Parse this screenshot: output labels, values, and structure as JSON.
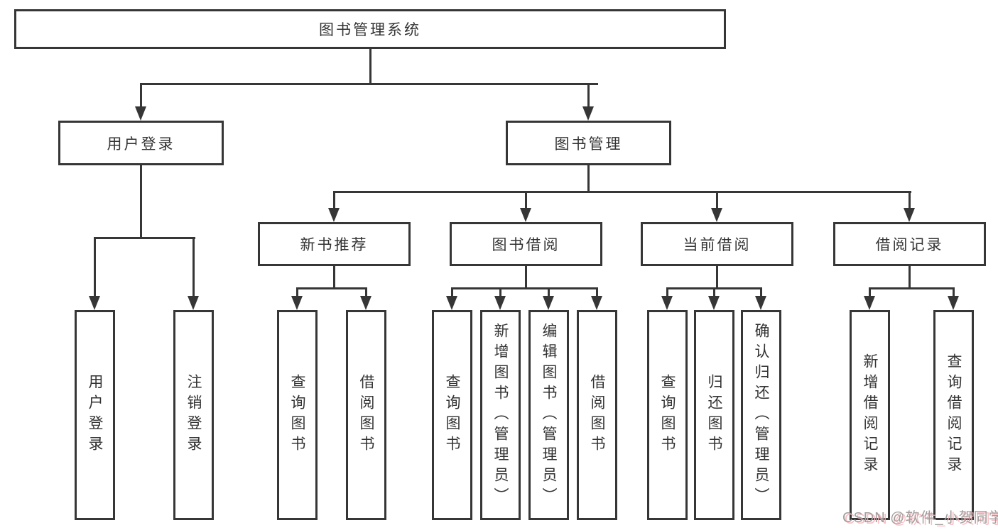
{
  "tree": {
    "label": "图书管理系统",
    "children": [
      {
        "label": "用户登录",
        "children": [
          {
            "label": "用户登录"
          },
          {
            "label": "注销登录"
          }
        ]
      },
      {
        "label": "图书管理",
        "children": [
          {
            "label": "新书推荐",
            "children": [
              {
                "label": "查询图书"
              },
              {
                "label": "借阅图书"
              }
            ]
          },
          {
            "label": "图书借阅",
            "children": [
              {
                "label": "查询图书"
              },
              {
                "label": "新增图书（管理员）"
              },
              {
                "label": "编辑图书（管理员）"
              },
              {
                "label": "借阅图书"
              }
            ]
          },
          {
            "label": "当前借阅",
            "children": [
              {
                "label": "查询图书"
              },
              {
                "label": "归还图书"
              },
              {
                "label": "确认归还（管理员）"
              }
            ]
          },
          {
            "label": "借阅记录",
            "children": [
              {
                "label": "新增借阅记录"
              },
              {
                "label": "查询借阅记录"
              }
            ]
          }
        ]
      }
    ]
  },
  "watermark": {
    "text": "CSDN @软件_小贺同学"
  },
  "colors": {
    "line": "#363636",
    "text": "#333333",
    "watermark_gray": "#a39e9e",
    "watermark_pink": "#f6b2ba",
    "background": "#ffffff"
  }
}
